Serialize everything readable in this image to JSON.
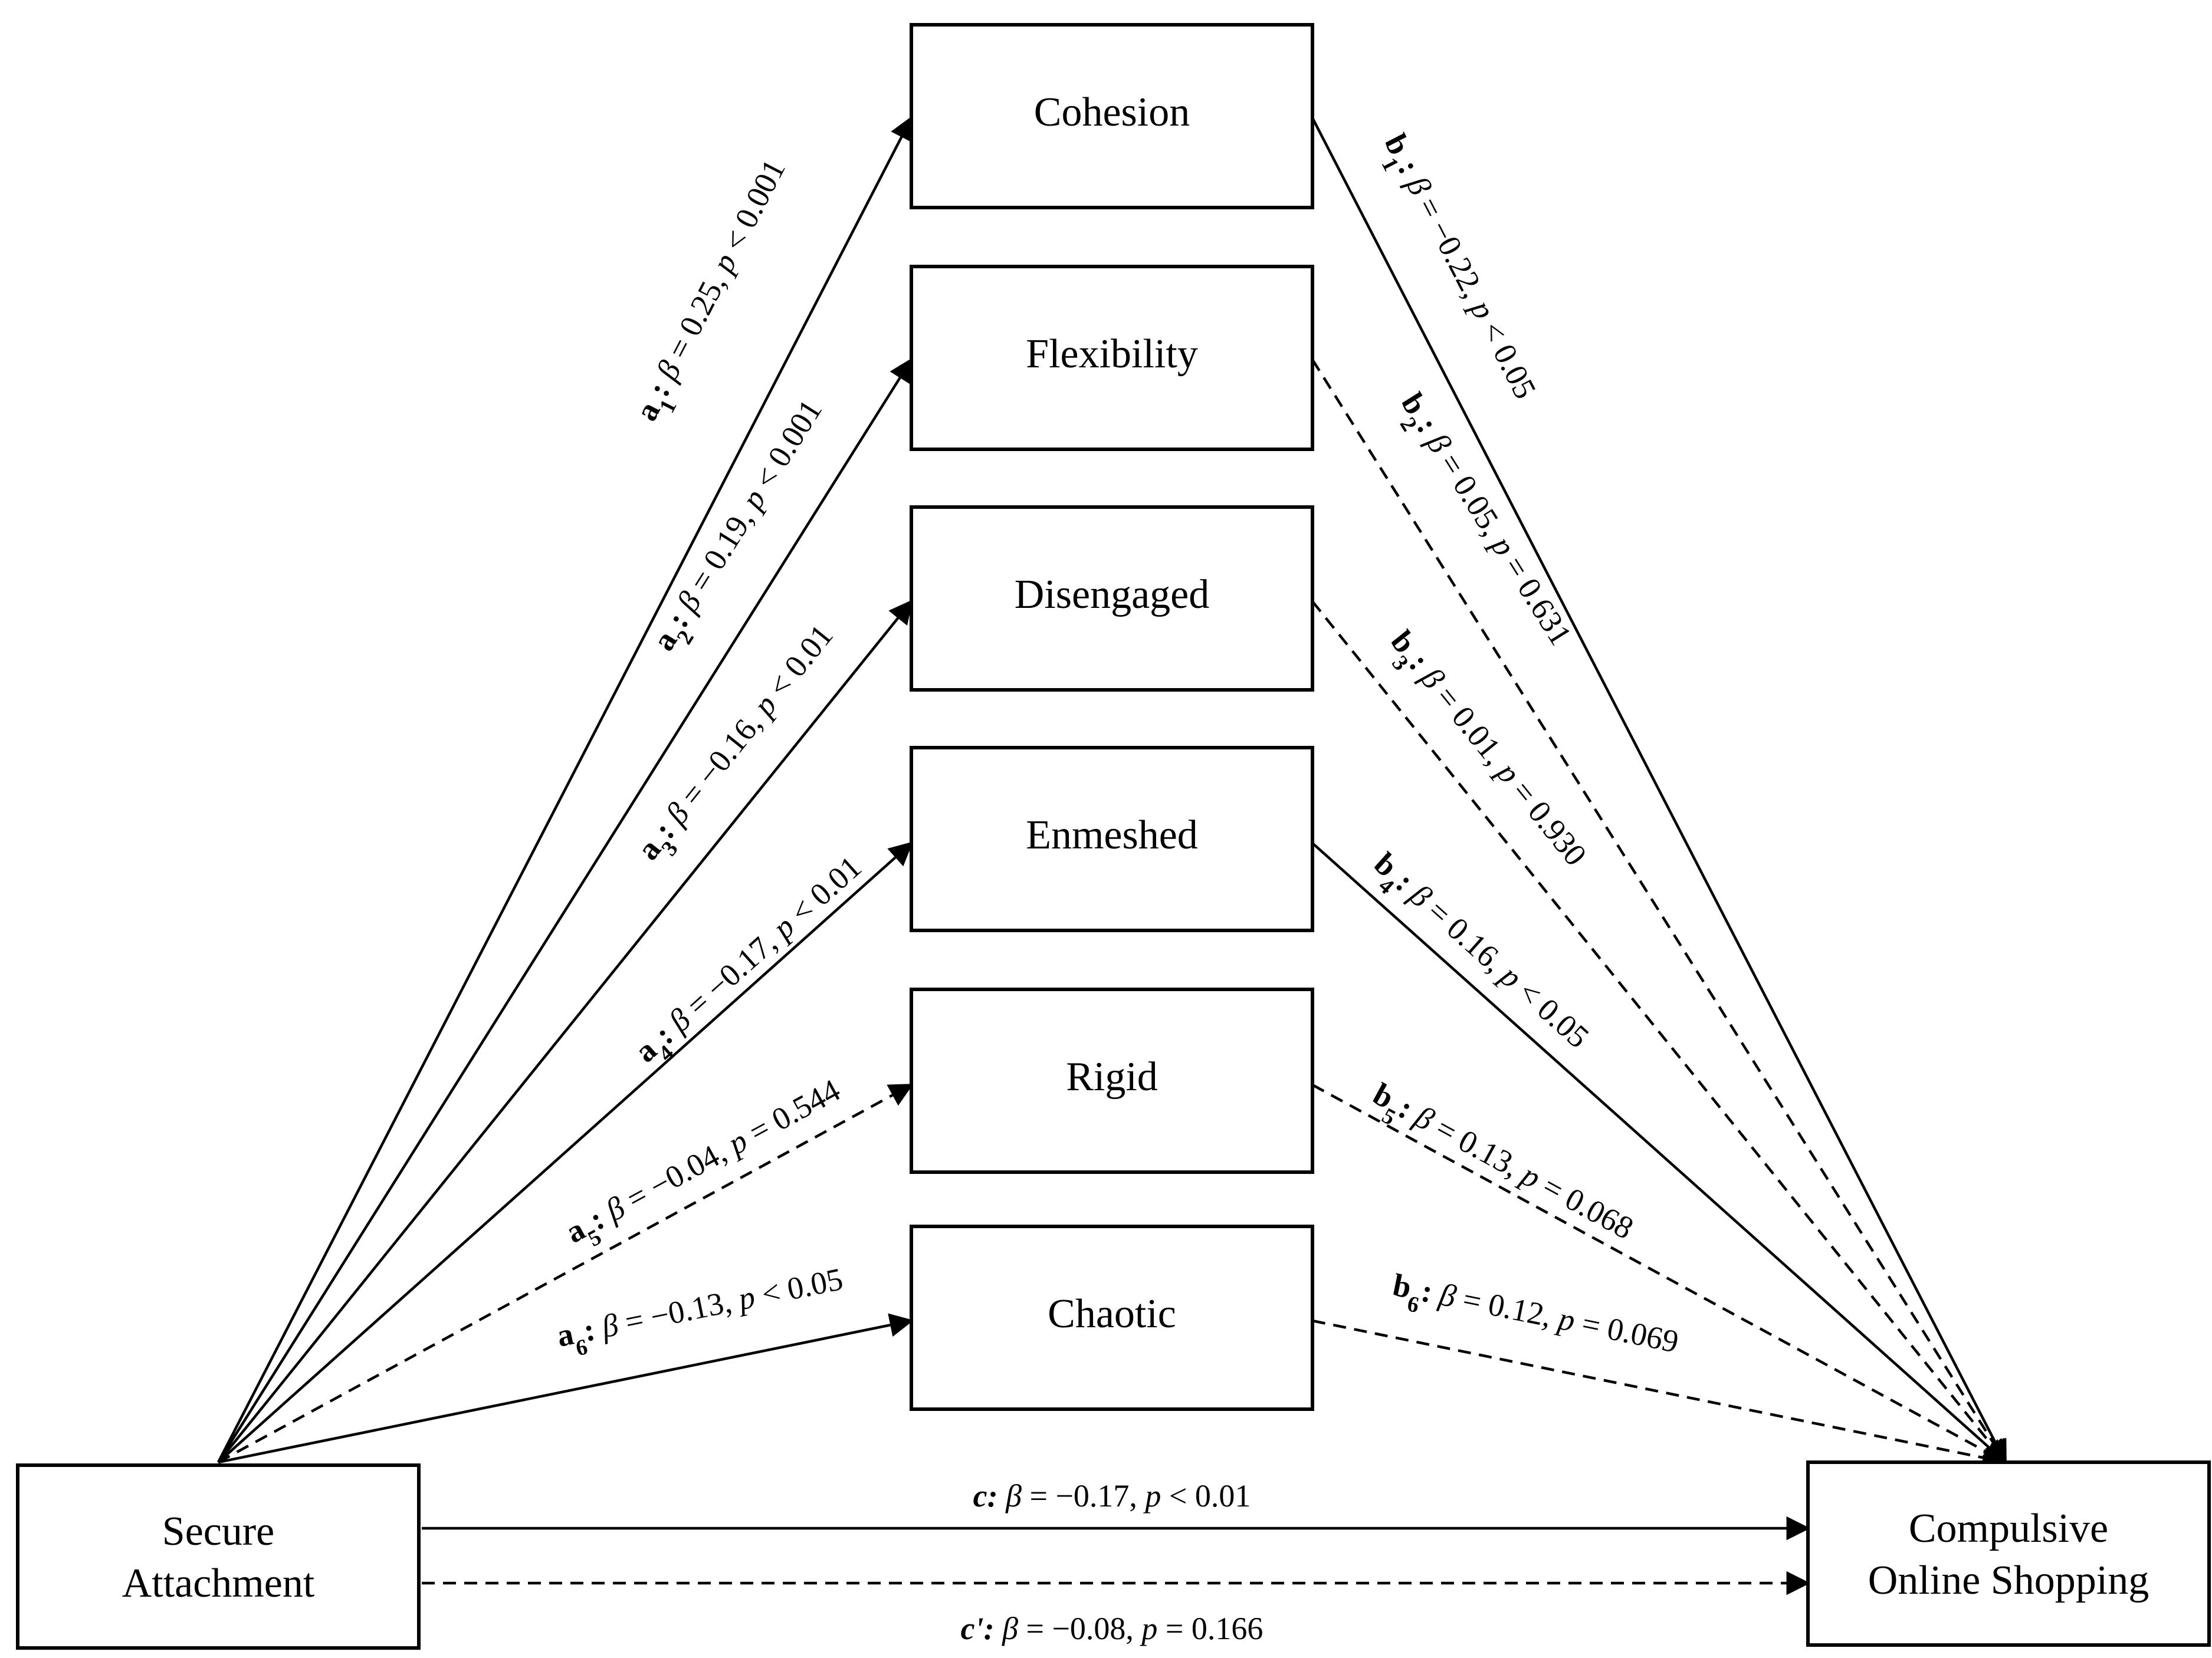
{
  "nodes": {
    "secure_attachment": {
      "lines": [
        "Secure",
        "Attachment"
      ]
    },
    "compulsive_shopping": {
      "lines": [
        "Compulsive",
        "Online Shopping"
      ]
    },
    "cohesion": {
      "lines": [
        "Cohesion"
      ]
    },
    "flexibility": {
      "lines": [
        "Flexibility"
      ]
    },
    "disengaged": {
      "lines": [
        "Disengaged"
      ]
    },
    "enmeshed": {
      "lines": [
        "Enmeshed"
      ]
    },
    "rigid": {
      "lines": [
        "Rigid"
      ]
    },
    "chaotic": {
      "lines": [
        "Chaotic"
      ]
    }
  },
  "edges": {
    "a1": {
      "id": "a",
      "sub": "1",
      "beta": "0.25",
      "p_rel": "<",
      "p": "0.001",
      "style": "solid"
    },
    "a2": {
      "id": "a",
      "sub": "2",
      "beta": "0.19",
      "p_rel": "<",
      "p": "0.001",
      "style": "solid"
    },
    "a3": {
      "id": "a",
      "sub": "3",
      "beta": "−0.16",
      "p_rel": "<",
      "p": "0.01",
      "style": "solid"
    },
    "a4": {
      "id": "a",
      "sub": "4",
      "beta": "−0.17",
      "p_rel": "<",
      "p": "0.01",
      "style": "solid"
    },
    "a5": {
      "id": "a",
      "sub": "5",
      "beta": "−0.04",
      "p_rel": "=",
      "p": "0.544",
      "style": "dashed"
    },
    "a6": {
      "id": "a",
      "sub": "6",
      "beta": "−0.13",
      "p_rel": "<",
      "p": "0.05",
      "style": "solid"
    },
    "b1": {
      "id": "b",
      "sub": "1",
      "beta": "−0.22",
      "p_rel": "<",
      "p": "0.05",
      "style": "solid"
    },
    "b2": {
      "id": "b",
      "sub": "2",
      "beta": "0.05",
      "p_rel": "=",
      "p": "0.631",
      "style": "dashed"
    },
    "b3": {
      "id": "b",
      "sub": "3",
      "beta": "0.01",
      "p_rel": "=",
      "p": "0.930",
      "style": "dashed"
    },
    "b4": {
      "id": "b",
      "sub": "4",
      "beta": "0.16",
      "p_rel": "<",
      "p": "0.05",
      "style": "solid"
    },
    "b5": {
      "id": "b",
      "sub": "5",
      "beta": "0.13",
      "p_rel": "=",
      "p": "0.068",
      "style": "dashed"
    },
    "b6": {
      "id": "b",
      "sub": "6",
      "beta": "0.12",
      "p_rel": "=",
      "p": "0.069",
      "style": "dashed"
    },
    "c": {
      "id": "c",
      "sub": "",
      "beta": "−0.17",
      "p_rel": "<",
      "p": "0.01",
      "style": "solid"
    },
    "c_prime": {
      "id": "c'",
      "sub": "",
      "beta": "−0.08",
      "p_rel": "=",
      "p": "0.166",
      "style": "dashed"
    }
  },
  "symbols": {
    "beta": "β",
    "p": "p",
    "colon": ":",
    "equals": "="
  },
  "colors": {
    "ink": "#000000",
    "background": "#ffffff"
  }
}
